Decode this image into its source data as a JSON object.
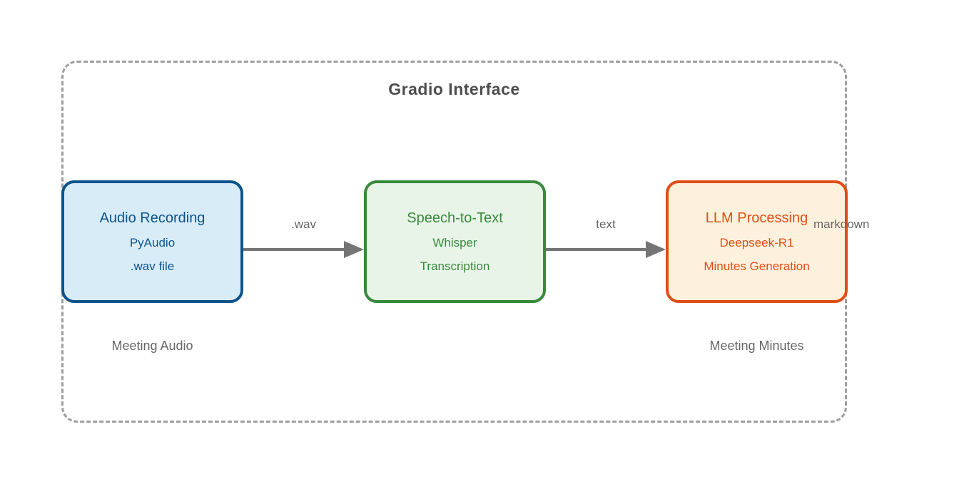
{
  "title": "Gradio Interface",
  "nodes": [
    {
      "id": "audio-recording",
      "title": "Audio Recording",
      "lines": [
        "PyAudio",
        ".wav file"
      ],
      "fill": "#d8ecf8",
      "border": "#0d538c",
      "text_color": "#0d538c"
    },
    {
      "id": "speech-to-text",
      "title": "Speech-to-Text",
      "lines": [
        "Whisper",
        "Transcription"
      ],
      "fill": "#e9f4e9",
      "border": "#378a3b",
      "text_color": "#378a3b"
    },
    {
      "id": "llm-processing",
      "title": "LLM Processing",
      "lines": [
        "Deepseek-R1",
        "Minutes Generation"
      ],
      "fill": "#fdf1de",
      "border": "#e04e14",
      "text_color": "#e04e14"
    }
  ],
  "edges": [
    {
      "from": "audio-recording",
      "to": "speech-to-text",
      "label": ".wav"
    },
    {
      "from": "speech-to-text",
      "to": "llm-processing",
      "label": "text"
    },
    {
      "from": "llm-processing",
      "to": "",
      "label": "markdown"
    }
  ],
  "annotations": [
    {
      "label": "Meeting Audio"
    },
    {
      "label": "Meeting Minutes"
    }
  ],
  "colors": {
    "container_border": "#9e9e9e",
    "title_text": "#4d4d4d",
    "arrow": "#757575",
    "label_text": "#666666"
  }
}
